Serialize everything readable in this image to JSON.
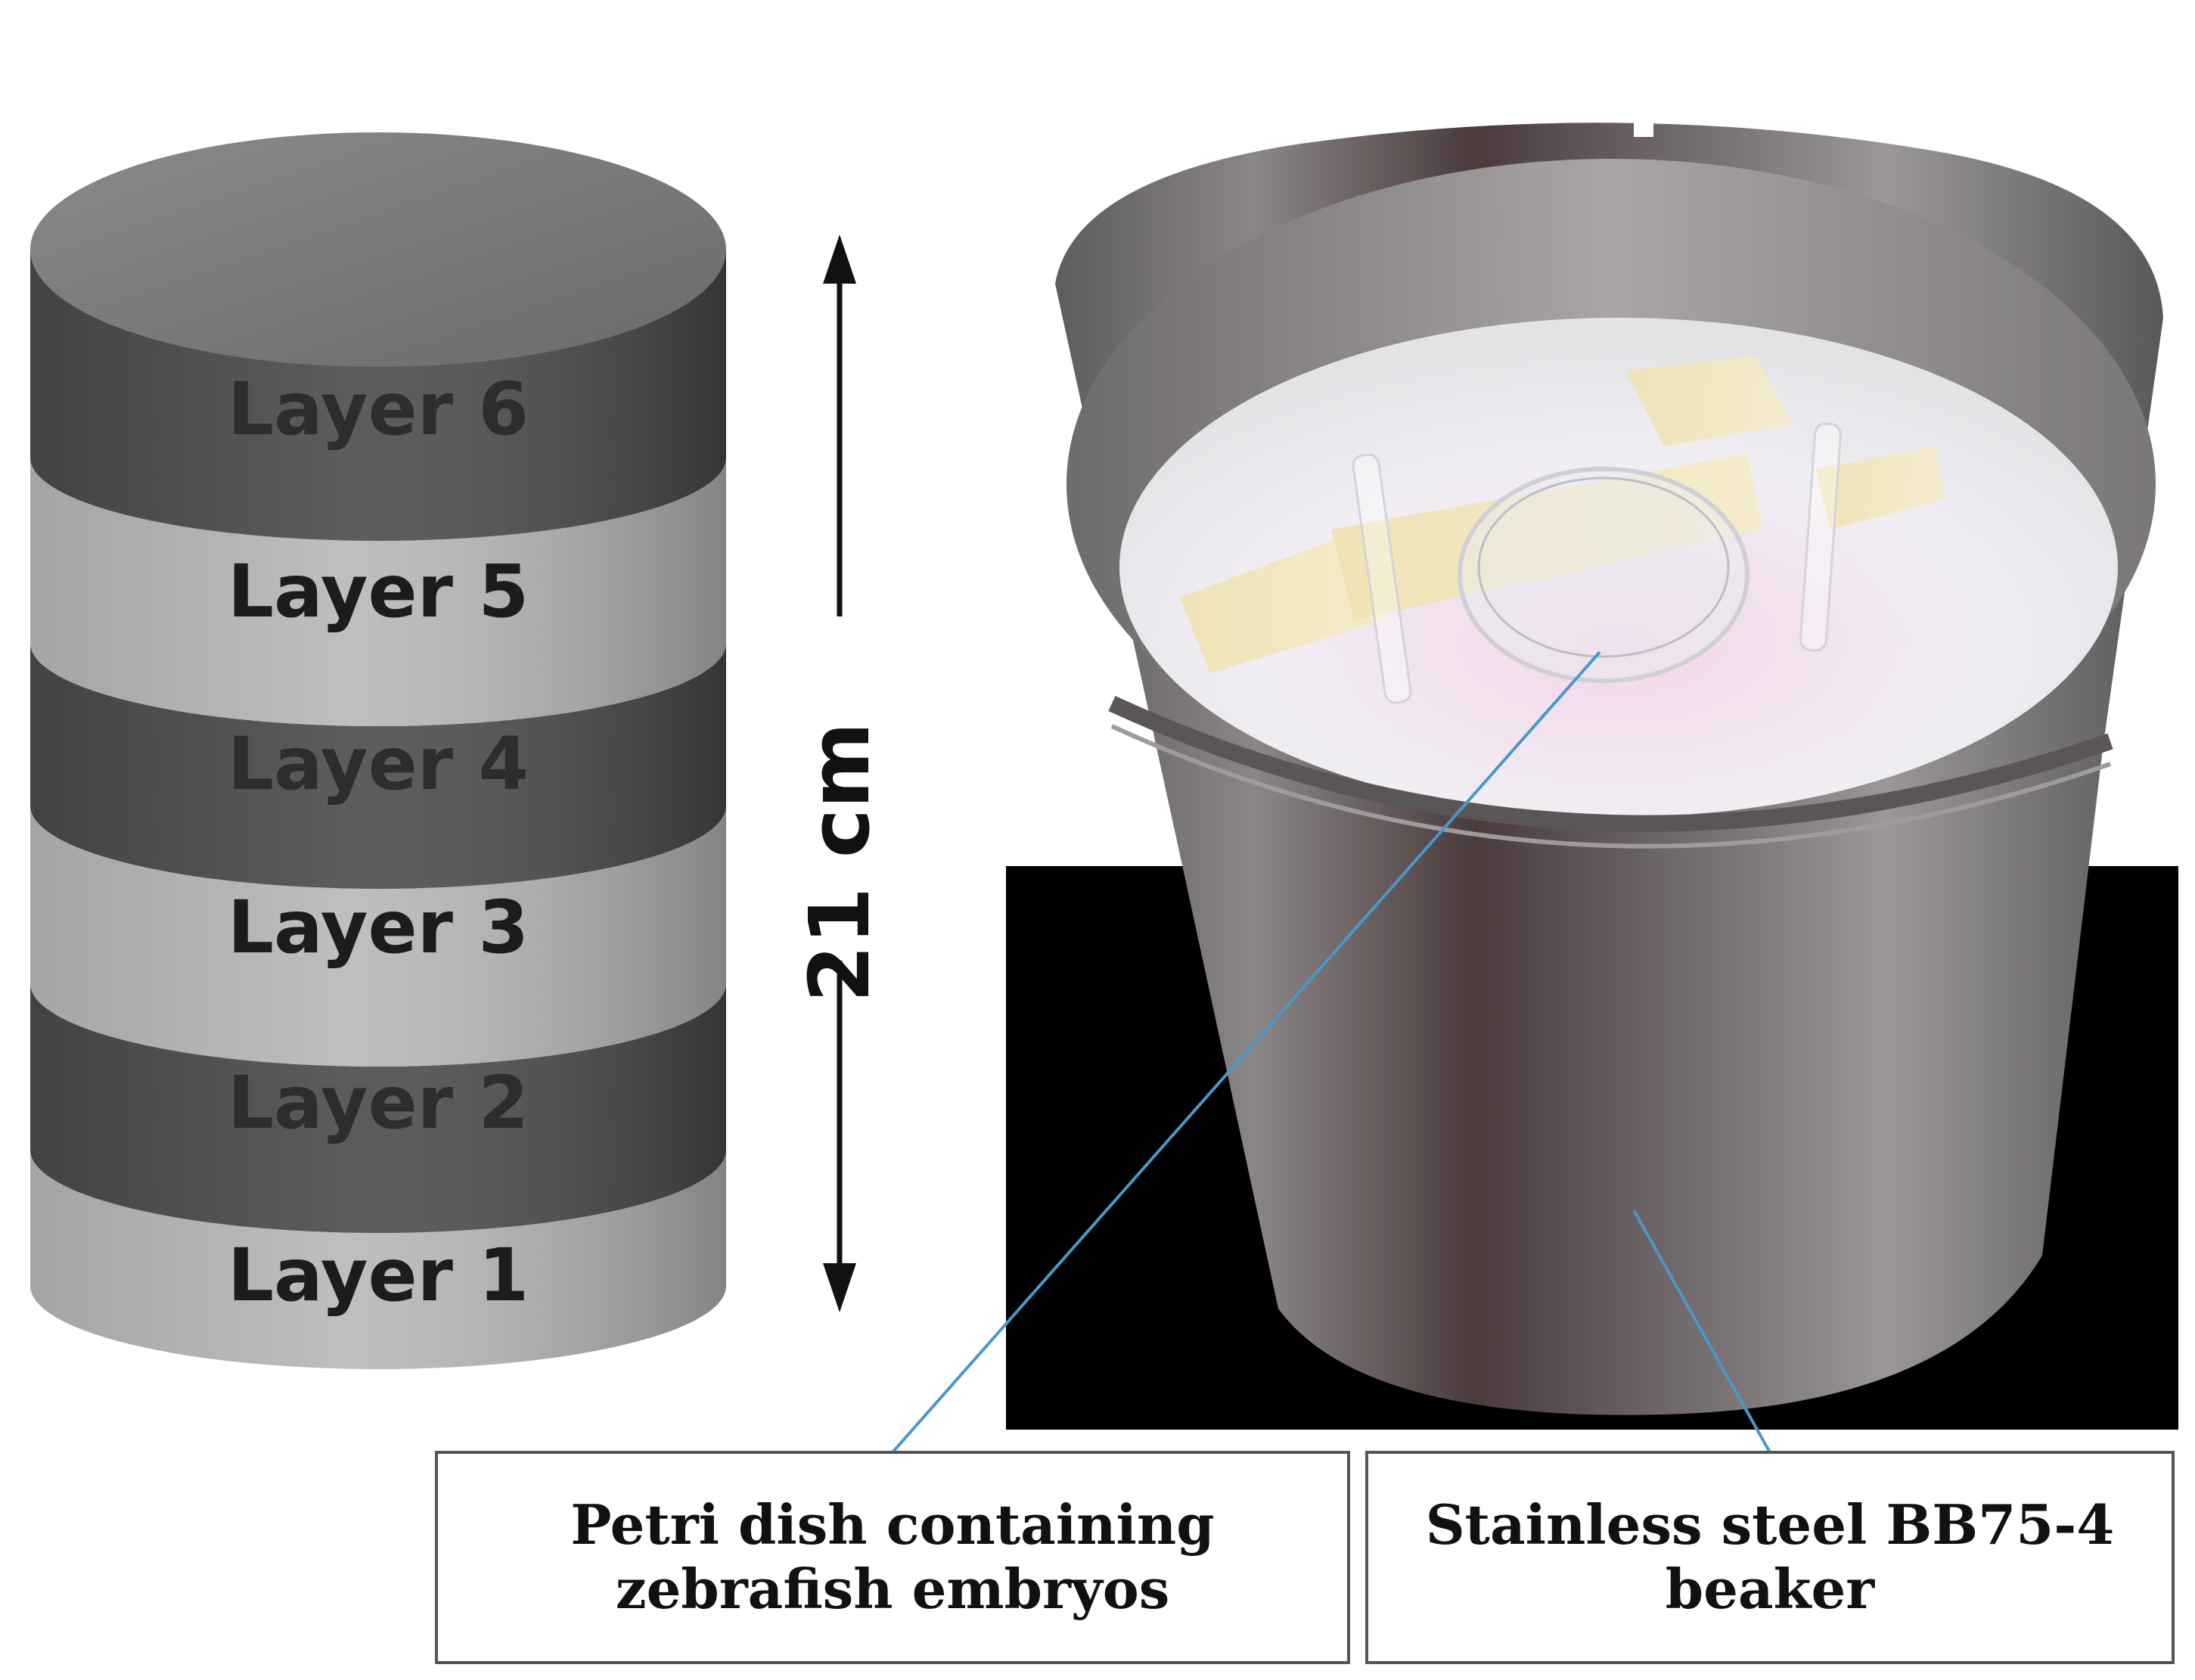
{
  "layers": [
    {
      "label": "Layer 6"
    },
    {
      "label": "Layer 5"
    },
    {
      "label": "Layer 4"
    },
    {
      "label": "Layer 3"
    },
    {
      "label": "Layer 2"
    },
    {
      "label": "Layer 1"
    }
  ],
  "dimension": {
    "label": "21 cm"
  },
  "callouts": {
    "petri": {
      "line1": "Petri dish containing",
      "line2": "zebrafish embryos"
    },
    "beaker": {
      "line1": "Stainless steel BB75-4",
      "line2": "beaker"
    }
  },
  "colors": {
    "dark_band": "#4a4a4a",
    "light_band": "#b7b7b7",
    "cylinder_top": "#7d7d7d",
    "callout_line": "#4a97c9",
    "photo_backdrop": "#000000"
  }
}
